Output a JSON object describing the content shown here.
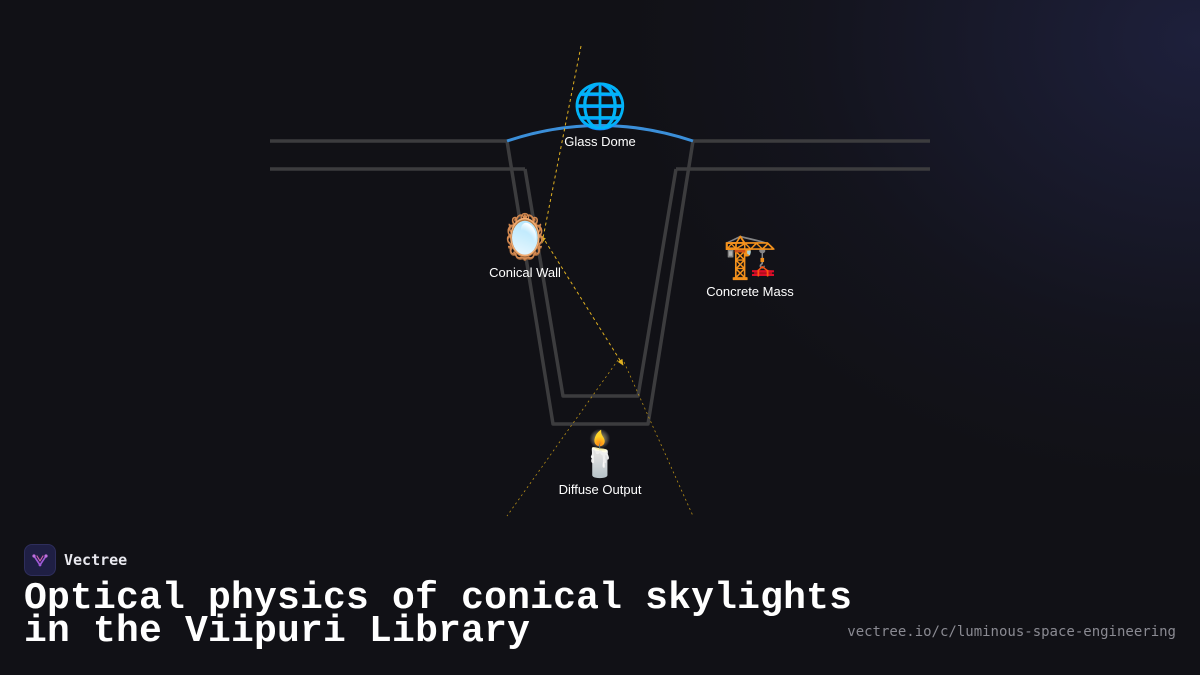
{
  "diagram": {
    "nodes": [
      {
        "id": "glass-dome",
        "label": "Glass Dome",
        "icon": "globe-icon",
        "glyph": "🌐"
      },
      {
        "id": "conical-wall",
        "label": "Conical Wall",
        "icon": "mirror-icon",
        "glyph": "🪞"
      },
      {
        "id": "concrete-mass",
        "label": "Concrete Mass",
        "icon": "crane-icon",
        "glyph": "🏗️"
      },
      {
        "id": "diffuse-output",
        "label": "Diffuse Output",
        "icon": "candle-icon",
        "glyph": "🕯️"
      }
    ],
    "colors": {
      "structure": "#3c3c3e",
      "dome": "#3b8fd9",
      "light_ray": "#e0b020",
      "background": "#111116"
    }
  },
  "brand": {
    "name": "Vectree",
    "logo_icon": "vectree-logo-icon"
  },
  "title": {
    "line1": "Optical physics of conical skylights",
    "line2": "in the Viipuri Library"
  },
  "url": "vectree.io/c/luminous-space-engineering"
}
